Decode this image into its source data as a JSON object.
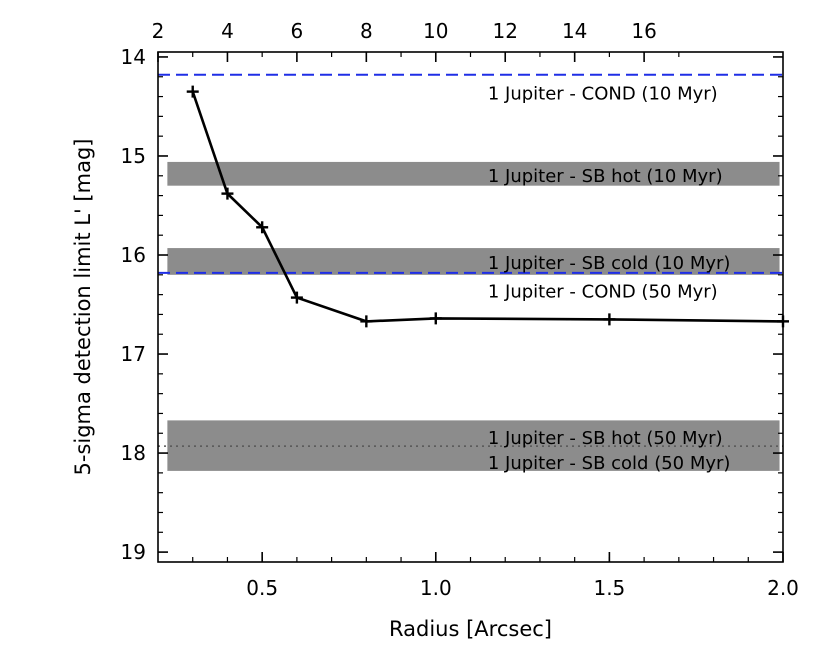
{
  "chart_data": {
    "type": "line",
    "xlabel": "Radius [Arcsec]",
    "ylabel": "5-sigma detection limit L' [mag]",
    "xlim": [
      0.2,
      2.0
    ],
    "ylim": [
      19.1,
      13.95
    ],
    "y_inverted": true,
    "x_ticks": [
      {
        "value": 0.5,
        "label": "0.5"
      },
      {
        "value": 1.0,
        "label": "1.0"
      },
      {
        "value": 1.5,
        "label": "1.5"
      },
      {
        "value": 2.0,
        "label": "2.0"
      }
    ],
    "y_ticks": [
      {
        "value": 14,
        "label": "14"
      },
      {
        "value": 15,
        "label": "15"
      },
      {
        "value": 16,
        "label": "16"
      },
      {
        "value": 17,
        "label": "17"
      },
      {
        "value": 18,
        "label": "18"
      },
      {
        "value": 19,
        "label": "19"
      }
    ],
    "top_axis": {
      "description_source": "secondary axis printed on top of the plot",
      "ticks": [
        {
          "x": 0.2,
          "label": "2"
        },
        {
          "x": 0.4,
          "label": "4"
        },
        {
          "x": 0.6,
          "label": "6"
        },
        {
          "x": 0.8,
          "label": "8"
        },
        {
          "x": 1.0,
          "label": "10"
        },
        {
          "x": 1.2,
          "label": "12"
        },
        {
          "x": 1.4,
          "label": "14"
        },
        {
          "x": 1.6,
          "label": "16"
        }
      ]
    },
    "series": [
      {
        "x": [
          0.3,
          0.4,
          0.5,
          0.6,
          0.8,
          1.0,
          1.5,
          2.0
        ],
        "y": [
          14.35,
          15.38,
          15.72,
          16.43,
          16.67,
          16.64,
          16.65,
          16.67
        ],
        "color": "#000000",
        "marker": "plus"
      }
    ],
    "reference_lines": [
      {
        "y": 14.18,
        "style": "dashed",
        "color": "#1f2ee6",
        "label": "1 Jupiter - COND (10 Myr)"
      },
      {
        "y": 16.18,
        "style": "dashed",
        "color": "#1f2ee6",
        "label": "1 Jupiter - COND (50 Myr)"
      },
      {
        "y": 17.93,
        "style": "dotted",
        "color": "#555555",
        "label": ""
      }
    ],
    "bands": [
      {
        "y_from": 15.06,
        "y_to": 15.3,
        "color": "#8c8c8c",
        "label": "1 Jupiter - SB hot (10 Myr)"
      },
      {
        "y_from": 15.93,
        "y_to": 16.2,
        "color": "#8c8c8c",
        "label": "1 Jupiter - SB cold (10 Myr)"
      },
      {
        "y_from": 17.67,
        "y_to": 18.18,
        "color": "#8c8c8c",
        "label": ""
      }
    ],
    "annotations": [
      {
        "label": "1 Jupiter - COND (10 Myr)",
        "x": 1.15,
        "y": 14.37
      },
      {
        "label": "1 Jupiter - SB hot (10 Myr)",
        "x": 1.15,
        "y": 15.2
      },
      {
        "label": "1 Jupiter - SB cold (10 Myr)",
        "x": 1.15,
        "y": 16.08
      },
      {
        "label": "1 Jupiter - COND (50 Myr)",
        "x": 1.15,
        "y": 16.37
      },
      {
        "label": "1 Jupiter - SB hot (50 Myr)",
        "x": 1.15,
        "y": 17.85
      },
      {
        "label": "1 Jupiter - SB cold (50 Myr)",
        "x": 1.15,
        "y": 18.1
      }
    ],
    "grid": false
  }
}
